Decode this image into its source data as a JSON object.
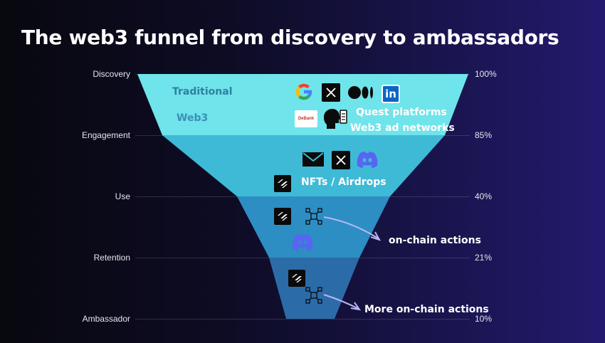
{
  "title": "The web3 funnel from discovery to ambassadors",
  "stages": [
    "Discovery",
    "Engagement",
    "Use",
    "Retention",
    "Ambassador"
  ],
  "percentages": [
    "100%",
    "85%",
    "40%",
    "21%",
    "10%"
  ],
  "labels": {
    "traditional": "Traditional",
    "web3": "Web3",
    "quest_platforms": "Quest platforms",
    "web3_ad_networks": "Web3 ad networks",
    "nfts_airdrops": "NFTs / Airdrops",
    "onchain_actions": "on-chain actions",
    "more_onchain_actions": "More on-chain actions"
  },
  "logos": {
    "linkedin": "in",
    "debank": "DeBank"
  },
  "colors": {
    "tier1": "#6fe4ea",
    "tier2": "#3ebad6",
    "tier3": "#2d8ec3",
    "tier4": "#2b6ba8",
    "tier5": "#3c5fa4",
    "arrow": "#b8b6f2"
  },
  "icons": [
    "google-icon",
    "x-icon",
    "medium-icon",
    "linkedin-icon",
    "debank-icon",
    "head-icon",
    "mail-icon",
    "discord-icon",
    "layer-logo-icon",
    "network-icon",
    "arrow-icon"
  ]
}
